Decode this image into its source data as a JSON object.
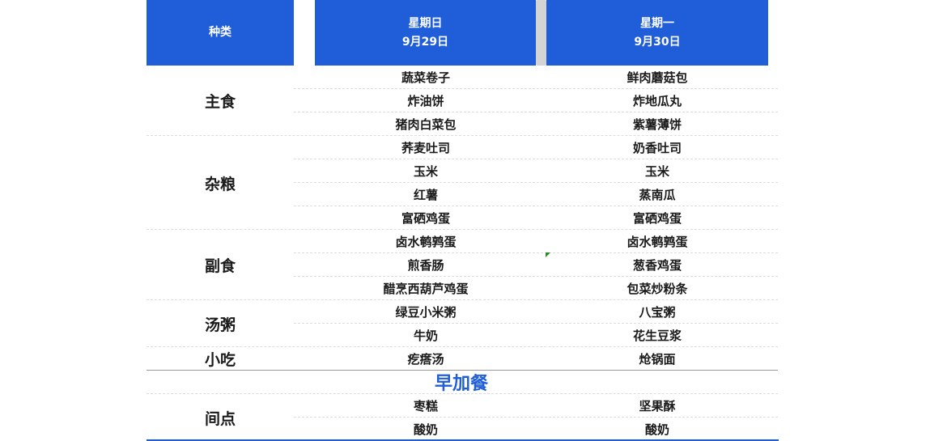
{
  "colors": {
    "header_blue": "#1f5ed8",
    "accent_blue": "#1f5ed8",
    "text": "#1a1a1a"
  },
  "header": {
    "category_label": "种类",
    "days": [
      {
        "weekday": "星期日",
        "date": "9月29日"
      },
      {
        "weekday": "星期一",
        "date": "9月30日"
      }
    ]
  },
  "categories": [
    {
      "label": "主食"
    },
    {
      "label": "杂粮"
    },
    {
      "label": "副食"
    },
    {
      "label": "汤粥"
    },
    {
      "label": "小吃"
    },
    {
      "label": "间点"
    }
  ],
  "rows": [
    [
      "蔬菜卷子",
      "鲜肉蘑菇包"
    ],
    [
      "炸油饼",
      "炸地瓜丸"
    ],
    [
      "猪肉白菜包",
      "紫薯薄饼"
    ],
    [
      "荞麦吐司",
      "奶香吐司"
    ],
    [
      "玉米",
      "玉米"
    ],
    [
      "红薯",
      "蒸南瓜"
    ],
    [
      "富硒鸡蛋",
      "富硒鸡蛋"
    ],
    [
      "卤水鹌鹑蛋",
      "卤水鹌鹑蛋"
    ],
    [
      "煎香肠",
      "葱香鸡蛋"
    ],
    [
      "醋烹西葫芦鸡蛋",
      "包菜炒粉条"
    ],
    [
      "绿豆小米粥",
      "八宝粥"
    ],
    [
      "牛奶",
      "花生豆浆"
    ],
    [
      "疙瘩汤",
      "炝锅面"
    ]
  ],
  "addon_title": "早加餐",
  "snack_rows": [
    [
      "枣糕",
      "坚果酥"
    ],
    [
      "酸奶",
      "酸奶"
    ]
  ]
}
